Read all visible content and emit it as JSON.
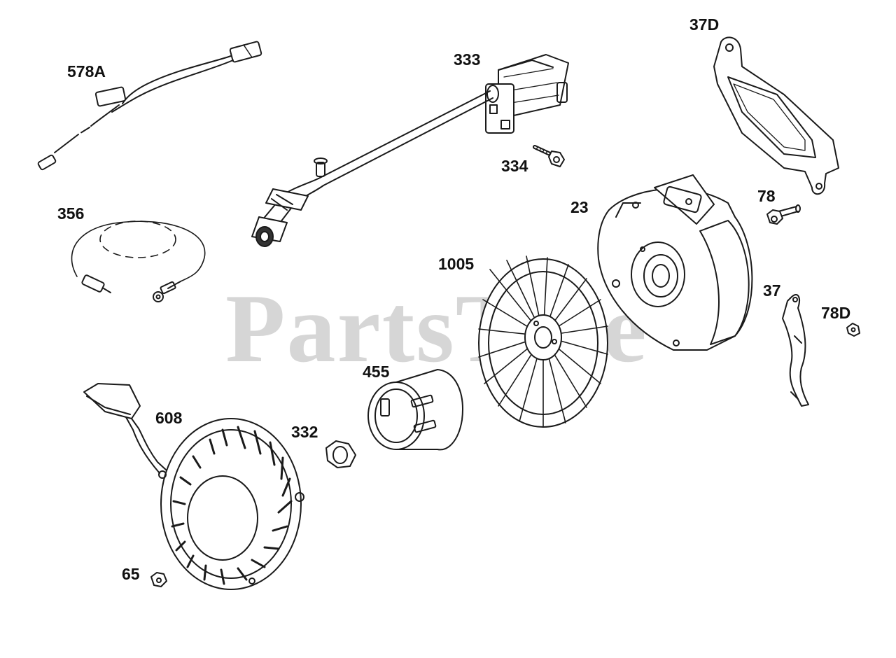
{
  "watermark": {
    "text": "PartsTree"
  },
  "callouts": {
    "c578A": "578A",
    "c333": "333",
    "c37D": "37D",
    "c334": "334",
    "c356": "356",
    "c23": "23",
    "c78": "78",
    "c1005": "1005",
    "c37": "37",
    "c78D": "78D",
    "c455": "455",
    "c608": "608",
    "c332": "332",
    "c65": "65"
  },
  "colors": {
    "line": "#1a1a1a",
    "watermark": "#c9c9c9",
    "background": "#ffffff"
  }
}
